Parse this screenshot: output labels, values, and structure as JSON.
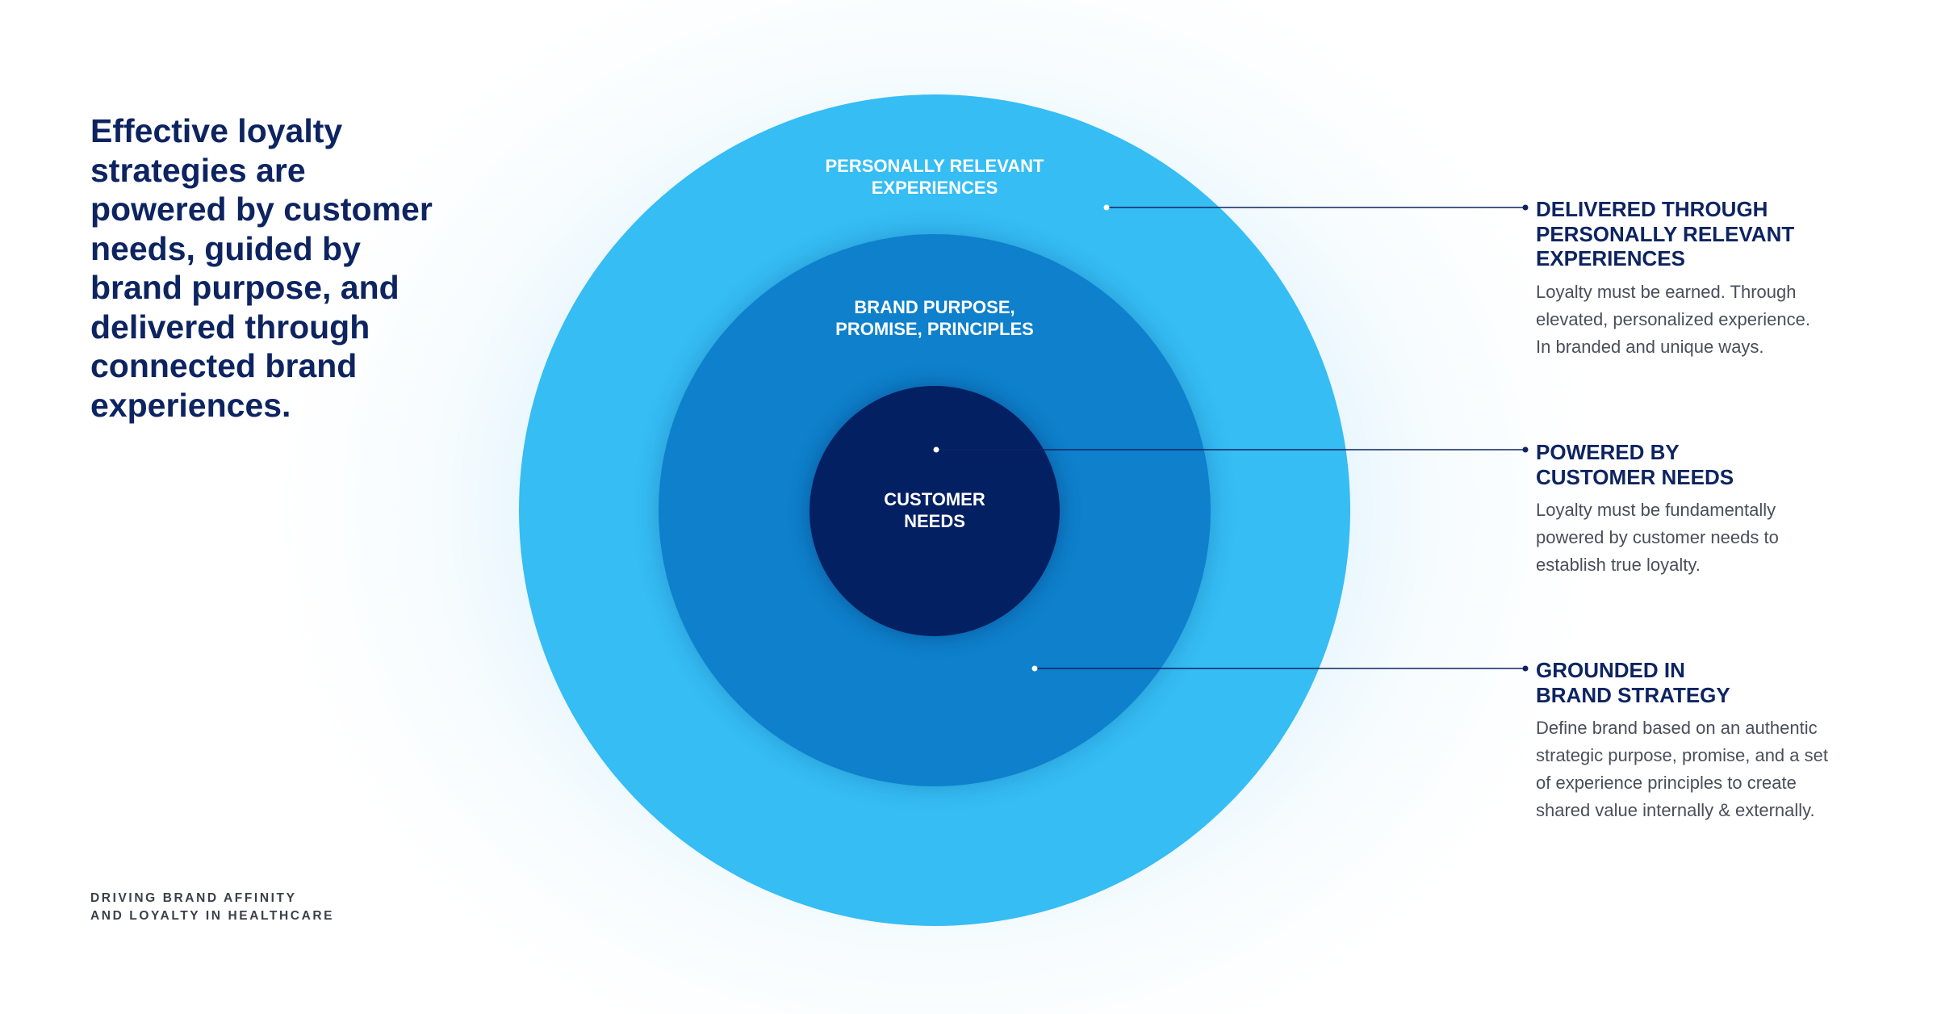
{
  "headline": "Effective loyalty strategies are powered by customer needs, guided by brand purpose, and delivered through connected brand experiences.",
  "headline_lines": [
    "Effective loyalty",
    "strategies are",
    "powered by customer",
    "needs, guided by",
    "brand purpose, and",
    "delivered through",
    "connected brand",
    "experiences."
  ],
  "footer": {
    "lines": [
      "DRIVING BRAND AFFINITY",
      "AND LOYALTY IN HEALTHCARE"
    ]
  },
  "colors": {
    "outer_ring": "#35bdf4",
    "middle_ring": "#0e80cc",
    "inner_core": "#032062",
    "headline": "#0d2461",
    "body_text": "#4a4e5a"
  },
  "diagram": {
    "rings": [
      {
        "id": "outer",
        "label_lines": [
          "PERSONALLY RELEVANT",
          "EXPERIENCES"
        ]
      },
      {
        "id": "middle",
        "label_lines": [
          "BRAND PURPOSE,",
          "PROMISE, PRINCIPLES"
        ]
      },
      {
        "id": "inner",
        "label_lines": [
          "CUSTOMER",
          "NEEDS"
        ]
      }
    ]
  },
  "callouts": [
    {
      "title_lines": [
        "DELIVERED THROUGH",
        "PERSONALLY RELEVANT",
        "EXPERIENCES"
      ],
      "body_lines": [
        "Loyalty must be earned. Through",
        "elevated, personalized experience.",
        "In branded and unique ways."
      ]
    },
    {
      "title_lines": [
        "POWERED BY",
        "CUSTOMER NEEDS"
      ],
      "body_lines": [
        "Loyalty must be fundamentally",
        "powered by customer needs to",
        "establish true loyalty."
      ]
    },
    {
      "title_lines": [
        "GROUNDED IN",
        "BRAND STRATEGY"
      ],
      "body_lines": [
        "Define brand based on an authentic",
        "strategic purpose, promise, and a set",
        "of experience principles to create",
        "shared value internally & externally."
      ]
    }
  ]
}
